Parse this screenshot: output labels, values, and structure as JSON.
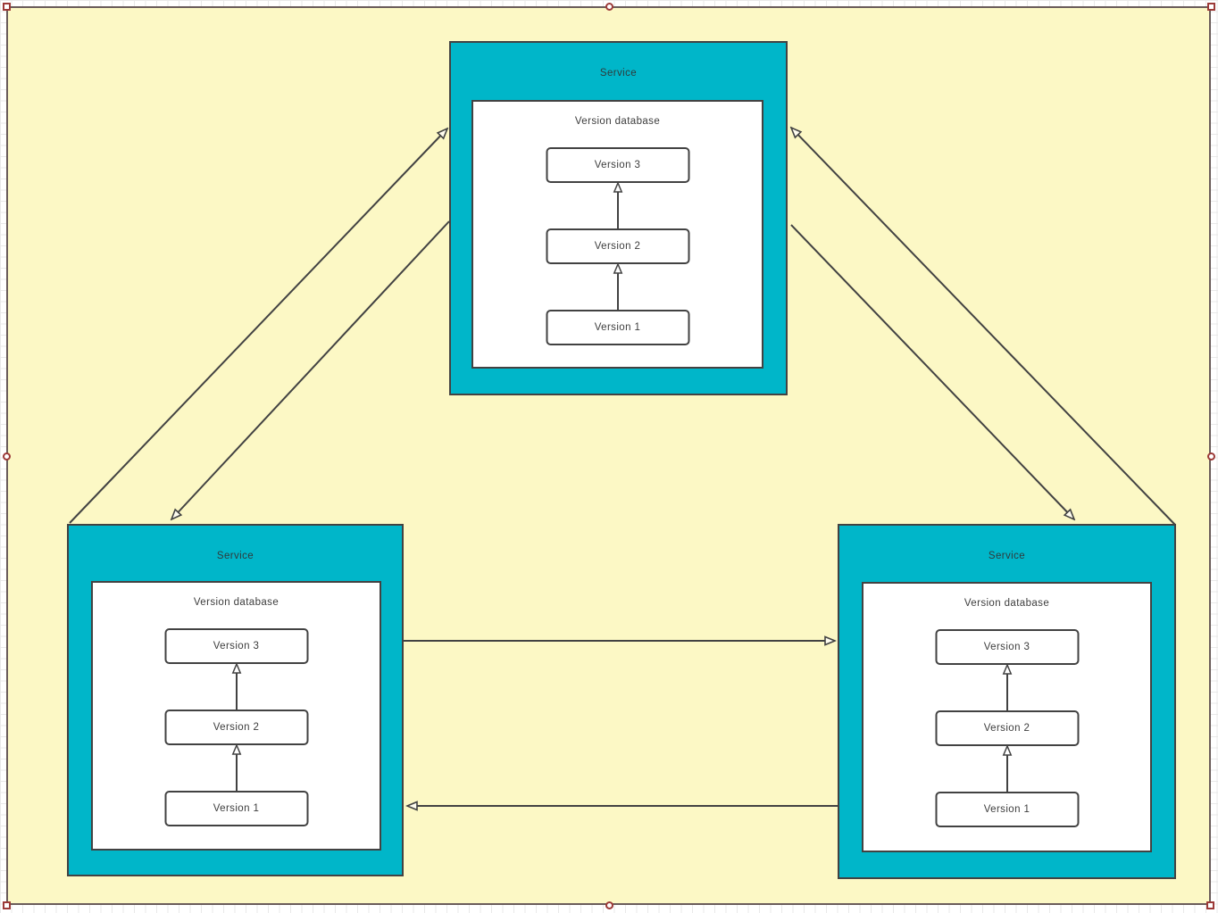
{
  "diagram": {
    "services": [
      {
        "position": "top",
        "title": "Service",
        "database": {
          "title": "Version database",
          "versions": [
            {
              "label": "Version 3"
            },
            {
              "label": "Version 2"
            },
            {
              "label": "Version 1"
            }
          ]
        }
      },
      {
        "position": "bottom-left",
        "title": "Service",
        "database": {
          "title": "Version database",
          "versions": [
            {
              "label": "Version 3"
            },
            {
              "label": "Version 2"
            },
            {
              "label": "Version 1"
            }
          ]
        }
      },
      {
        "position": "bottom-right",
        "title": "Service",
        "database": {
          "title": "Version database",
          "versions": [
            {
              "label": "Version 3"
            },
            {
              "label": "Version 2"
            },
            {
              "label": "Version 1"
            }
          ]
        }
      }
    ],
    "connections": [
      {
        "from": "bottom-left service",
        "to": "top service",
        "arrow": "open"
      },
      {
        "from": "top service",
        "to": "bottom-left service",
        "arrow": "open"
      },
      {
        "from": "top service",
        "to": "bottom-right service",
        "arrow": "open"
      },
      {
        "from": "bottom-right service",
        "to": "top service",
        "arrow": "open"
      },
      {
        "from": "bottom-left service",
        "to": "bottom-right service",
        "arrow": "open"
      },
      {
        "from": "bottom-right service",
        "to": "bottom-left service",
        "arrow": "open"
      }
    ],
    "colors": {
      "service_fill": "#00b6c9",
      "page_fill": "#fcf8c5",
      "shape_border": "#424242",
      "page_border": "#6a5c5a",
      "selection_handle_border": "#9c3a38",
      "text": "#3d3d3d",
      "grid_line": "#e9e9e9"
    }
  }
}
